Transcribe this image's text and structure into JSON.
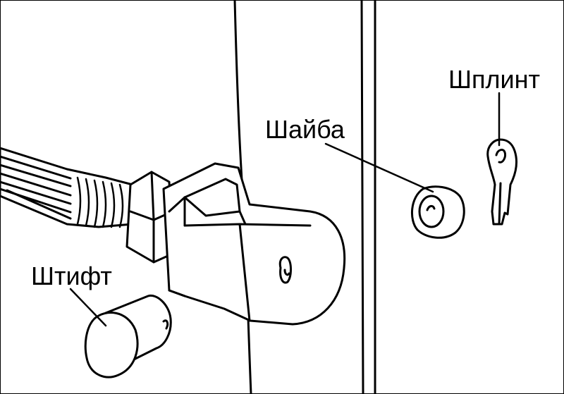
{
  "labels": {
    "washer": "Шайба",
    "cotter_pin": "Шплинт",
    "pin": "Штифт"
  },
  "colors": {
    "ink": "#000000",
    "paper": "#ffffff"
  }
}
